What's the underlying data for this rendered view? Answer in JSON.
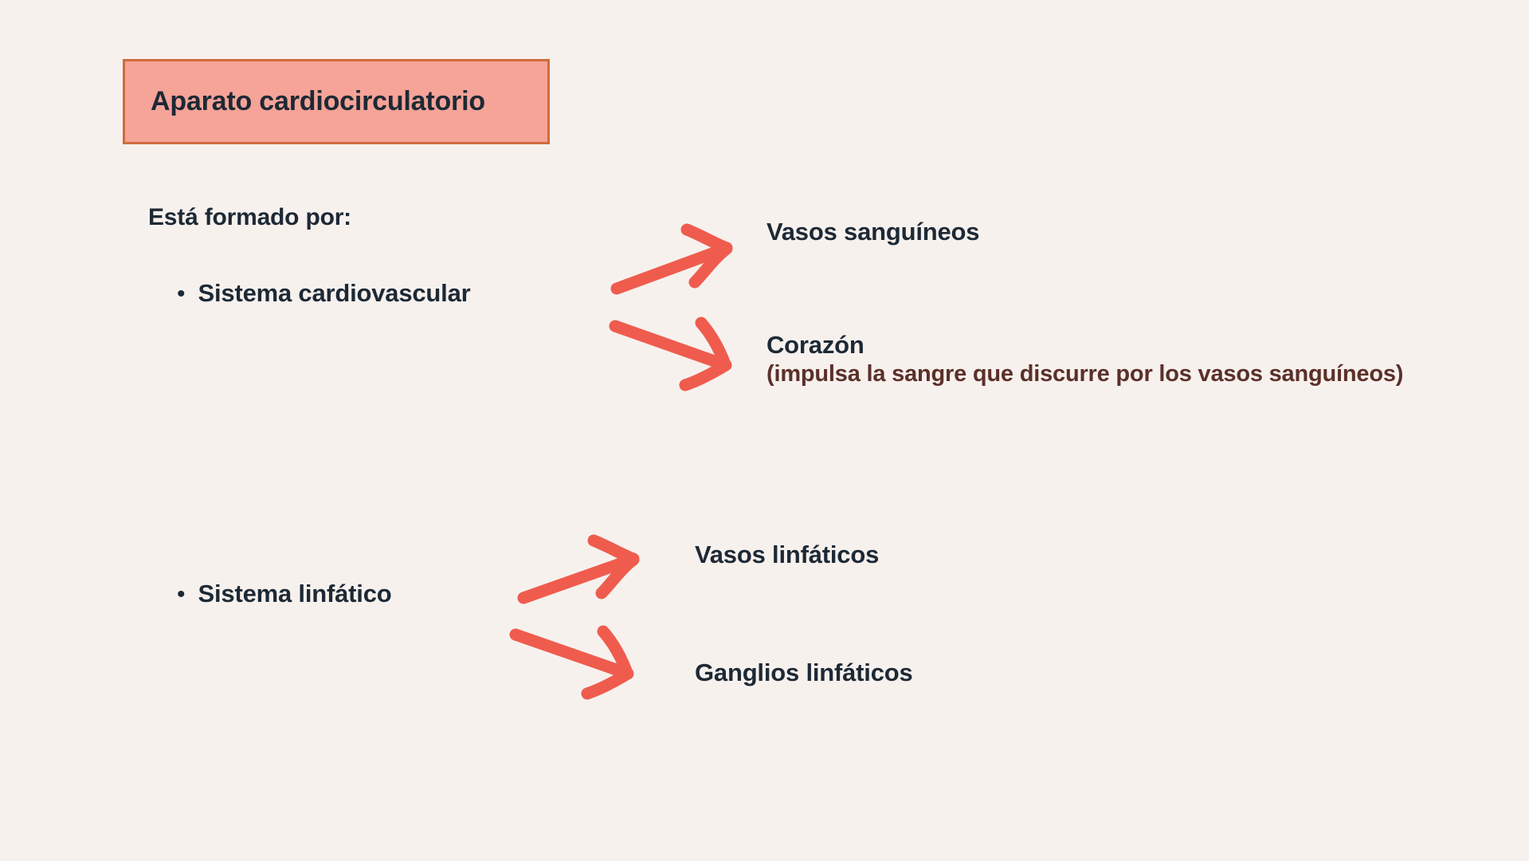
{
  "slide": {
    "background_color": "#f7f1ee",
    "title": {
      "text": "Aparato cardiocirculatorio",
      "fill_color": "#f6a398",
      "border_color": "#cf6c3c",
      "text_color": "#1d2935"
    },
    "intro": {
      "text": "Está formado por:",
      "text_color": "#1d2935"
    },
    "bullets": [
      {
        "marker": "•",
        "label": "Sistema cardiovascular"
      },
      {
        "marker": "•",
        "label": "Sistema linfático"
      }
    ],
    "branches": [
      {
        "head": "Vasos sanguíneos",
        "note": "",
        "head_color": "#1d2935"
      },
      {
        "head": "Corazón",
        "note": "(impulsa la sangre que discurre por los vasos sanguíneos)",
        "head_color": "#1d2935",
        "note_color": "#5b3029"
      },
      {
        "head": "Vasos linfáticos",
        "note": "",
        "head_color": "#1d2935"
      },
      {
        "head": "Ganglios linfáticos",
        "note": "",
        "head_color": "#1d2935"
      }
    ],
    "arrows": {
      "color": "#ef5c4e",
      "count": 4,
      "style": "hand-drawn"
    }
  }
}
